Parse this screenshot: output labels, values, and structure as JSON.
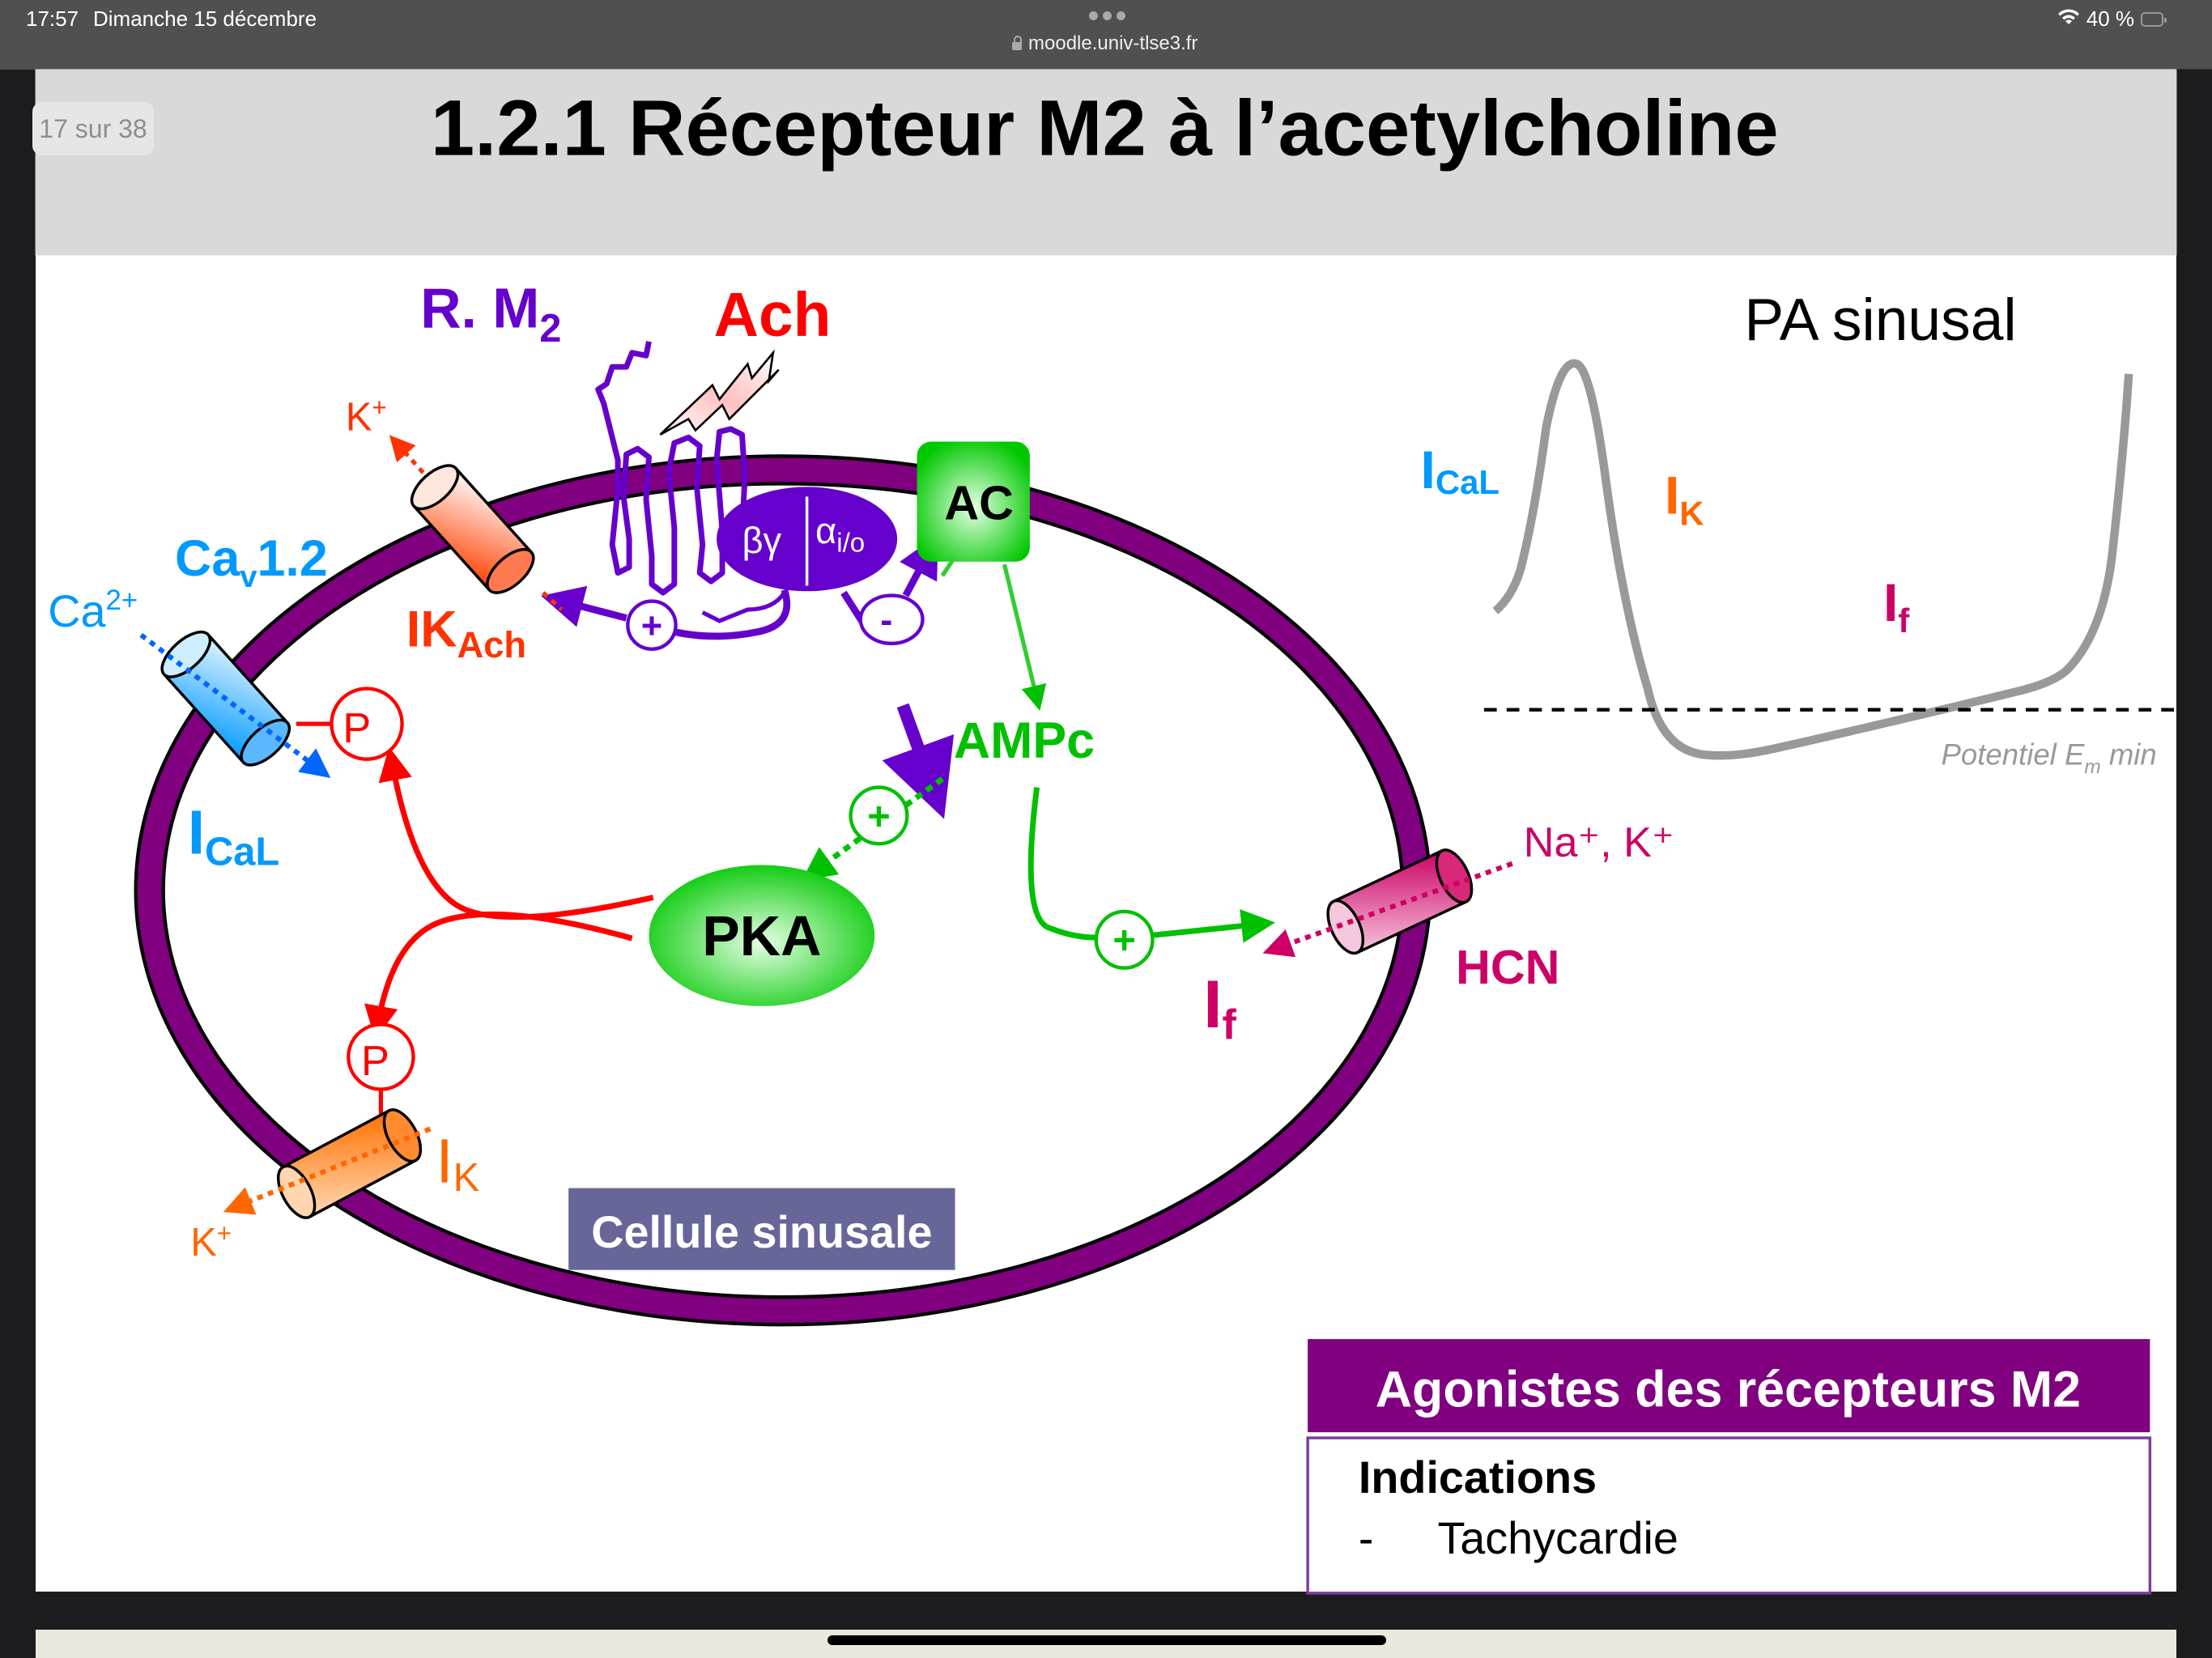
{
  "status_bar": {
    "time": "17:57",
    "date": "Dimanche 15 décembre",
    "url": "moodle.univ-tlse3.fr",
    "battery_text": "40 %",
    "battery_level": 0.4,
    "battery_color": "#ffd60a"
  },
  "viewer": {
    "page_counter": "17 sur 38"
  },
  "slide": {
    "title": "1.2.1 Récepteur M2 à l’acetylcholine",
    "receptor_label": "R. M",
    "receptor_sub": "2",
    "ligand_label": "Ach",
    "g_protein_beta_gamma": "βγ",
    "g_protein_alpha": "α",
    "g_protein_alpha_sub": "i/o",
    "ac_label": "AC",
    "ampc_label": "AMPc",
    "pka_label": "PKA",
    "plus_sign": "+",
    "minus_sign": "-",
    "phospho_label": "P",
    "ikach_main": "IK",
    "ikach_sub": "Ach",
    "ion_k_top": "K",
    "ion_k_bottom": "K",
    "ion_plus": "+",
    "cav_main": "Ca",
    "cav_sub": "v",
    "cav_rest": "1.2",
    "ca_ion": "Ca",
    "ca_ion_sup": "2+",
    "ical_main": "I",
    "ical_sub": "CaL",
    "ik_main": "I",
    "ik_sub": "K",
    "if_main": "I",
    "if_sub": "f",
    "hcn_label": "HCN",
    "na_k_ions": "Na⁺, K⁺",
    "cell_label": "Cellule sinusale",
    "colors": {
      "membrane": "#800080",
      "receptor": "#6600cc",
      "ach": "#ff0000",
      "ac_pka": "#00c000",
      "ical": "#0099ff",
      "ik": "#ff6600",
      "ikach": "#ff3300",
      "if": "#cc0066",
      "cell_label_bg": "#666699"
    }
  },
  "ap_chart": {
    "title": "PA sinusal",
    "labels": {
      "ical_main": "I",
      "ical_sub": "CaL",
      "ik_main": "I",
      "ik_sub": "K",
      "if_main": "I",
      "if_sub": "f"
    },
    "baseline_label": "Potentiel E",
    "baseline_sub": "m",
    "baseline_rest": " min"
  },
  "info_box": {
    "header": "Agonistes des récepteurs M2",
    "section_title": "Indications",
    "bullet": "-",
    "items": [
      "Tachycardie"
    ]
  }
}
